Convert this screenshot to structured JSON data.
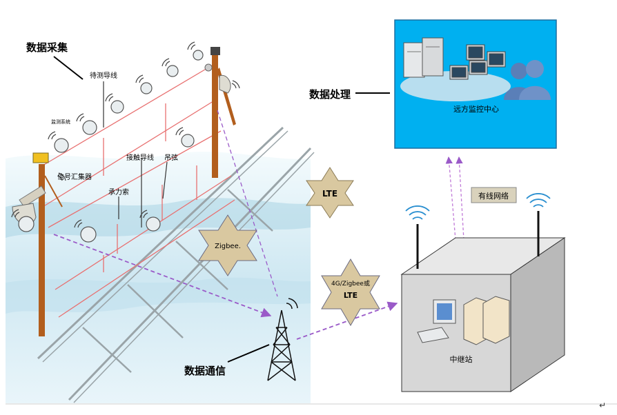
{
  "sections": {
    "data_collection": "数据采集",
    "data_processing": "数据处理",
    "data_communication": "数据通信"
  },
  "labels": {
    "wire_under_test": "待测导线",
    "monitoring_system": "监测系统",
    "signal_concentrator": "信号汇集器",
    "contact_wire": "接触导线",
    "dropper": "吊弦",
    "messenger_wire": "承力索",
    "remote_center": "远方监控中心",
    "wired_network": "有线网络",
    "relay_station": "中继站"
  },
  "badges": {
    "lte_top": "LTE",
    "zigbee": "Zigbee.",
    "multi_line1": "4G/Zigbee或",
    "multi_line2": "LTE"
  },
  "footer": {
    "return_mark": "↵"
  },
  "colors": {
    "sky": "#00b0f0",
    "sky_border": "#1e6fa0",
    "star": "#d9c8a0",
    "pole": "#b25e1d",
    "wire": "#e87070",
    "purple": "#9a5ac8",
    "box_front": "#d7d7d7",
    "box_top": "#e8e8e8",
    "box_side": "#b9b9b9"
  }
}
